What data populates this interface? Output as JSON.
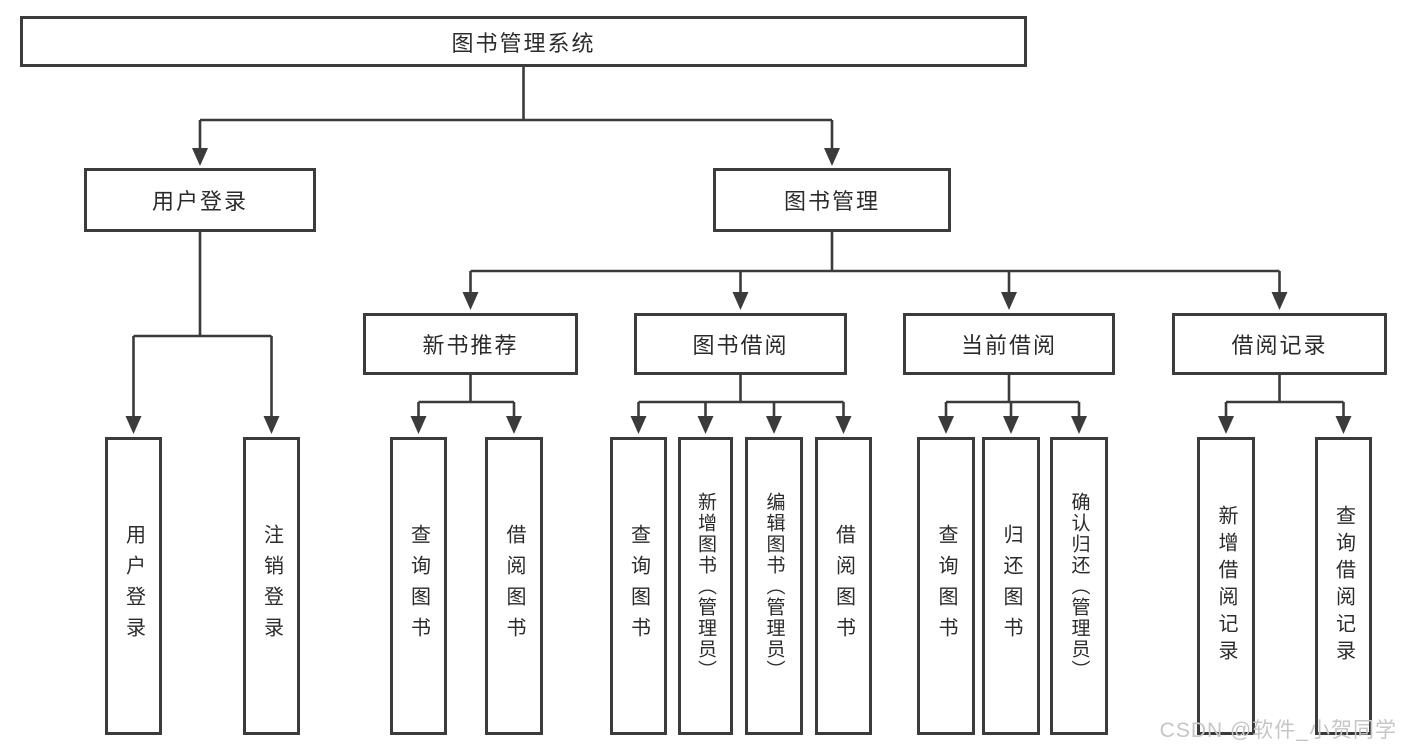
{
  "diagram": {
    "root": {
      "label": "图书管理系统"
    },
    "level2": [
      {
        "label": "用户登录"
      },
      {
        "label": "图书管理"
      }
    ],
    "level3": [
      {
        "label": "新书推荐"
      },
      {
        "label": "图书借阅"
      },
      {
        "label": "当前借阅"
      },
      {
        "label": "借阅记录"
      }
    ],
    "leaves": [
      {
        "label": "用户登录"
      },
      {
        "label": "注销登录"
      },
      {
        "label": "查询图书"
      },
      {
        "label": "借阅图书"
      },
      {
        "label": "查询图书"
      },
      {
        "label": "新增图书（管理员）"
      },
      {
        "label": "编辑图书（管理员）"
      },
      {
        "label": "借阅图书"
      },
      {
        "label": "查询图书"
      },
      {
        "label": "归还图书"
      },
      {
        "label": "确认归还（管理员）"
      },
      {
        "label": "新增借阅记录"
      },
      {
        "label": "查询借阅记录"
      }
    ]
  },
  "watermark": {
    "text": "CSDN @软件_小贺同学"
  },
  "colors": {
    "line": "#3b3b3b",
    "text": "#2b2b2b",
    "watermark": "#c6c6c6",
    "background": "#ffffff"
  }
}
